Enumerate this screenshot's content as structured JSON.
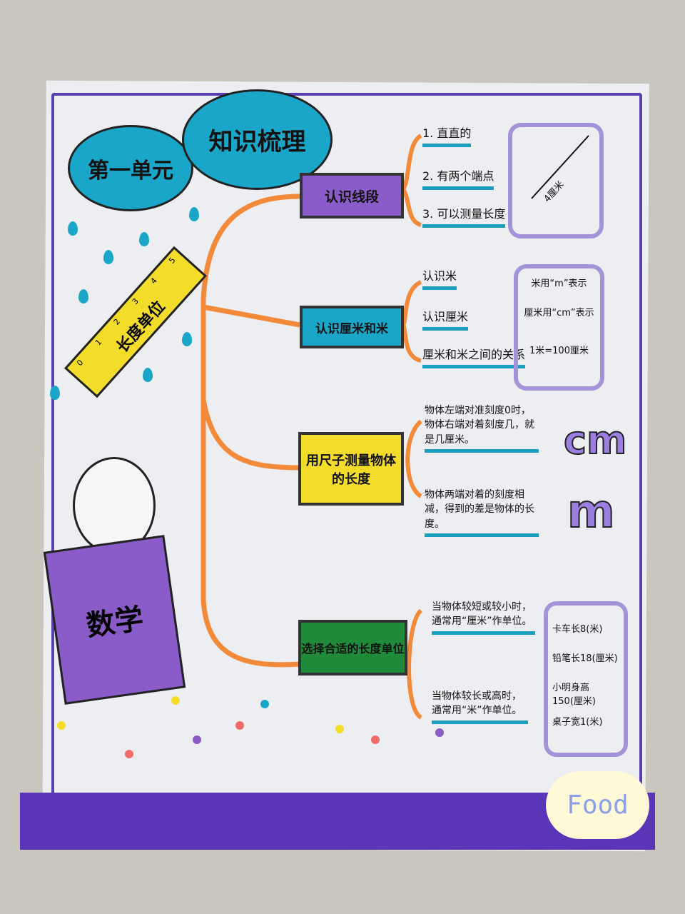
{
  "title": {
    "unit": "第一单元",
    "topic": "知识梳理"
  },
  "ruler": {
    "label": "长度单位",
    "ticks": [
      "0",
      "1",
      "2",
      "3",
      "4",
      "5"
    ]
  },
  "book": {
    "label": "数学"
  },
  "branches": [
    {
      "node": "认识线段",
      "color": "#8a5cc9",
      "items": [
        "1. 直直的",
        "2. 有两个端点",
        "3. 可以测量长度"
      ],
      "note": [
        "4厘米"
      ]
    },
    {
      "node": "认识厘米和米",
      "color": "#1aa6c9",
      "items": [
        "认识米",
        "认识厘米",
        "厘米和米之间的关系"
      ],
      "note": [
        "米用“m”表示",
        "厘米用“cm”表示",
        "1米=100厘米"
      ]
    },
    {
      "node": "用尺子测量物体的长度",
      "color": "#f3dd2a",
      "items": [
        "物体左端对准刻度0时，物体右端对着刻度几，就是几厘米。",
        "物体两端对着的刻度相减，得到的差是物体的长度。"
      ],
      "note": [
        "cm",
        "m"
      ]
    },
    {
      "node": "选择合适的长度单位",
      "color": "#1e8a3a",
      "items": [
        "当物体较短或较小时，通常用“厘米”作单位。",
        "当物体较长或高时，通常用“米”作单位。"
      ],
      "note": [
        "卡车长8(米)",
        "铅笔长18(厘米)",
        "小明身高150(厘米)",
        "桌子宽1(米)"
      ]
    }
  ],
  "sticker": {
    "label": "Food"
  },
  "colors": {
    "frame": "#5b3fb2",
    "connector": "#f28a3a",
    "underline": "#1a9fbf",
    "cloud": "#1aa6c9"
  }
}
